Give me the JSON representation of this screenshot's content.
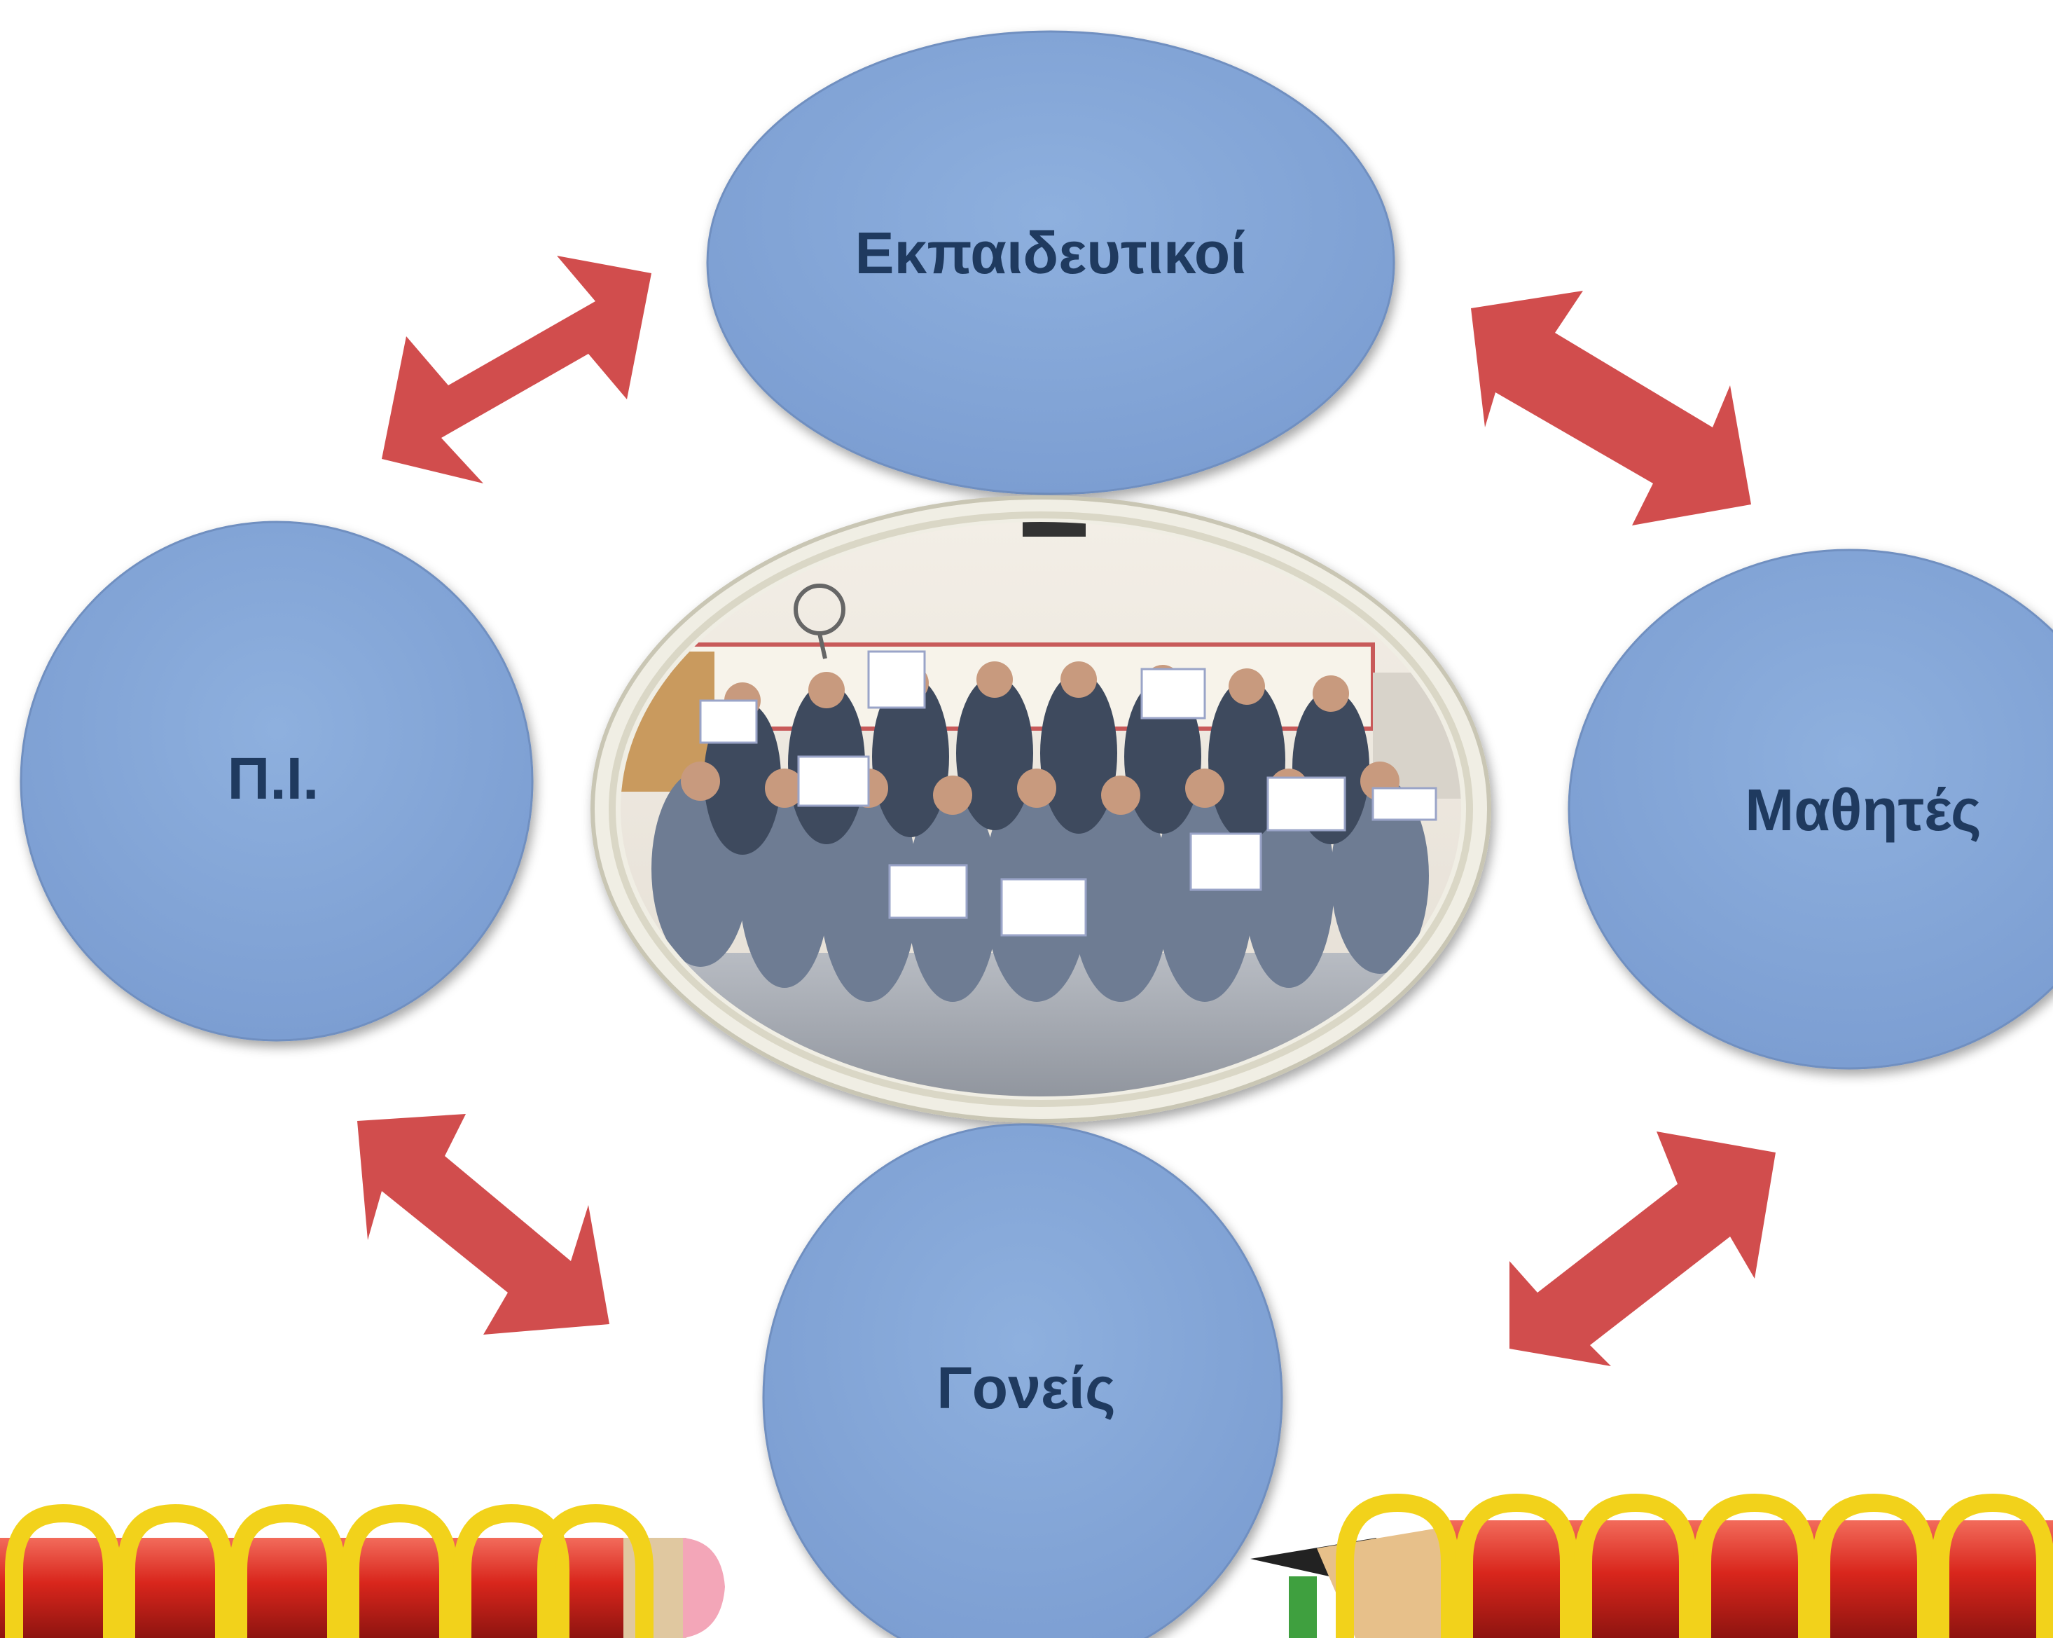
{
  "diagram": {
    "nodes": {
      "top": "Εκπαιδευτικοί",
      "left": "Π.Ι.",
      "right": "Μαθητές",
      "bottom": "Γονείς"
    },
    "photo": {
      "description_icon": "classroom-photo"
    }
  },
  "colors": {
    "node_fill": "#86A8D8",
    "node_stroke": "#6F8FC0",
    "node_text": "#1F3A5F",
    "arrow": "#D14D4D",
    "pencil_red": "#D9261C",
    "pencil_ring": "#F2D21B",
    "photo_frame": "#E8E6D8"
  }
}
